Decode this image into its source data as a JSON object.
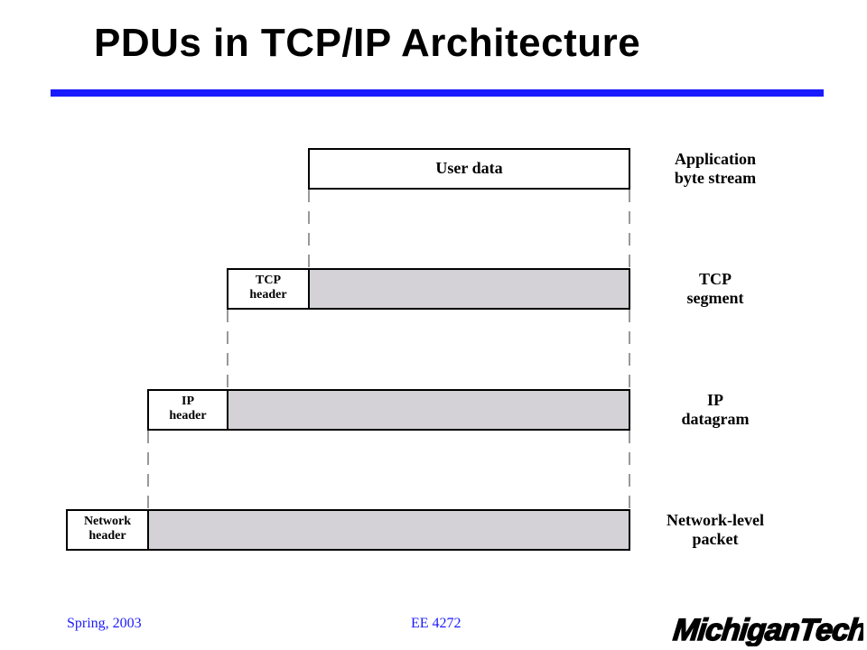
{
  "title": "PDUs in TCP/IP Architecture",
  "layers": [
    {
      "data_label": "User data",
      "header_label": "",
      "side_label_1": "Application",
      "side_label_2": "byte stream"
    },
    {
      "data_label": "",
      "header_label_1": "TCP",
      "header_label_2": "header",
      "side_label_1": "TCP",
      "side_label_2": "segment"
    },
    {
      "data_label": "",
      "header_label_1": "IP",
      "header_label_2": "header",
      "side_label_1": "IP",
      "side_label_2": "datagram"
    },
    {
      "data_label": "",
      "header_label_1": "Network",
      "header_label_2": "header",
      "side_label_1": "Network-level",
      "side_label_2": "packet"
    }
  ],
  "footer": {
    "left": "Spring, 2003",
    "center": "EE 4272"
  },
  "logo_text": "MichiganTech",
  "colors": {
    "rule": "#1a1aff",
    "payload_fill": "#d4d2d6",
    "footer_text": "#1a1aff"
  }
}
